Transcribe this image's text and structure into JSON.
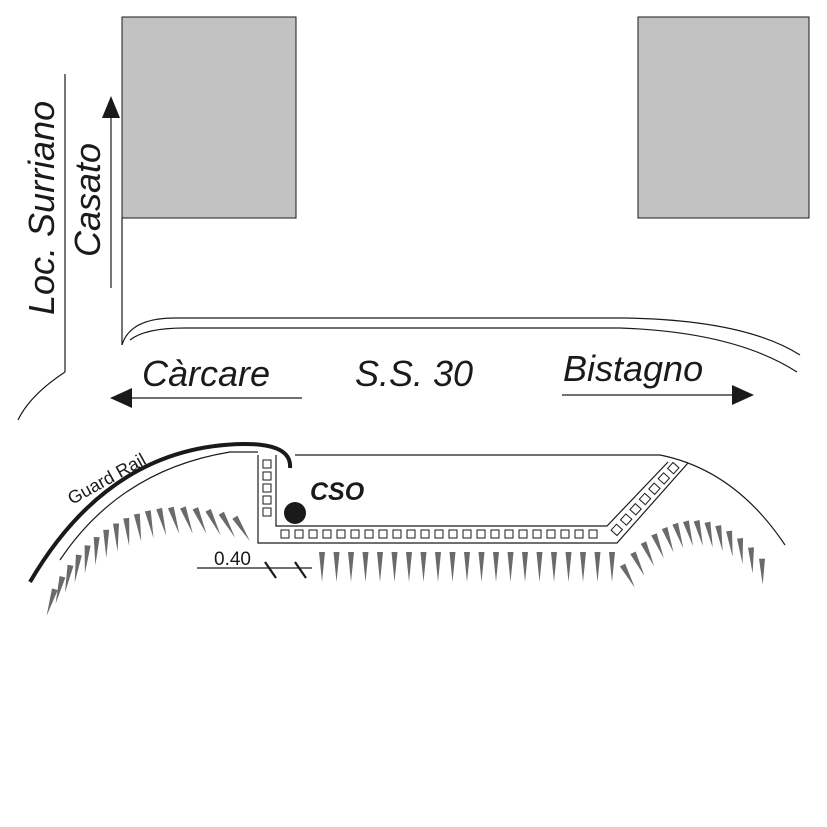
{
  "map": {
    "road_name": "S.S. 30",
    "direction_west": "Càrcare",
    "direction_east": "Bistagno",
    "side_road_line1": "Loc. Surriano",
    "side_road_line2": "Casato",
    "guard_rail_label": "Guard Rail",
    "cso_label": "CSO",
    "dimension_label": "0.40",
    "colors": {
      "building": "#c2c2c2",
      "line": "#1a1a1a",
      "background": "#ffffff"
    }
  }
}
